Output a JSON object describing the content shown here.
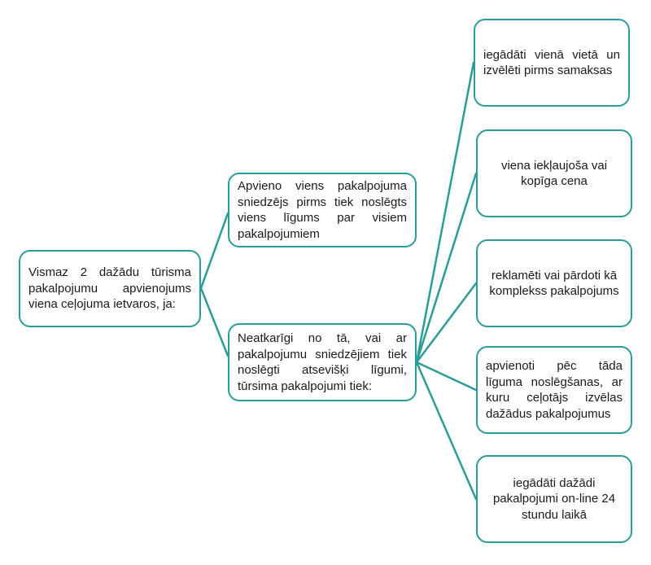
{
  "diagram": {
    "root": "Vismaz 2 dažādu tūrisma pakalpojumu apvienojums viena ceļojuma ietvaros, ja:",
    "branch_a": "Apvieno viens pakalpojuma sniedzējs pirms tiek noslēgts viens līgums par visiem pakalpojumiem",
    "branch_b": "Neatkarīgi no tā, vai ar pakalpojumu sniedzējiem tiek noslēgti atsevišķi līgumi, tūrsima pakalpojumi tiek:",
    "leaves": [
      "iegādāti vienā vietā un izvēlēti pirms samaksas",
      "viena iekļaujoša vai kopīga cena",
      "reklamēti vai pārdoti kā komplekss pakalpojums",
      "apvienoti pēc tāda līguma noslēgšanas, ar kuru ceļotājs izvēlas dažādus pakalpojumus",
      "iegādāti dažādi pakalpojumi on-line 24 stundu laikā"
    ],
    "colors": {
      "border": "#2a9d99",
      "connector": "#2a9d99"
    }
  }
}
